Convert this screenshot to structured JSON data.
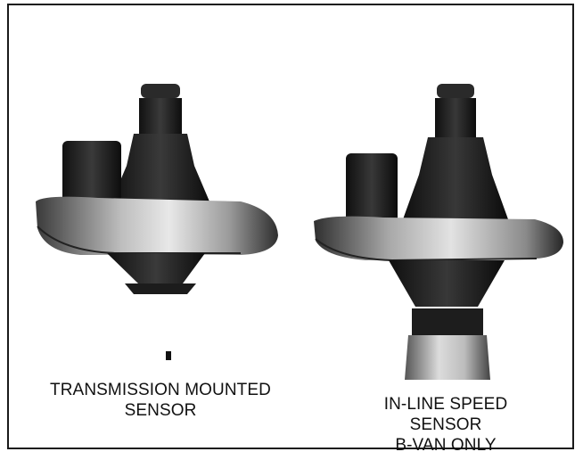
{
  "figure": {
    "left_caption": {
      "lines": [
        "TRANSMISSION MOUNTED",
        "SENSOR"
      ]
    },
    "right_caption": {
      "lines": [
        "IN-LINE SPEED",
        "SENSOR",
        "B-VAN ONLY"
      ]
    }
  }
}
